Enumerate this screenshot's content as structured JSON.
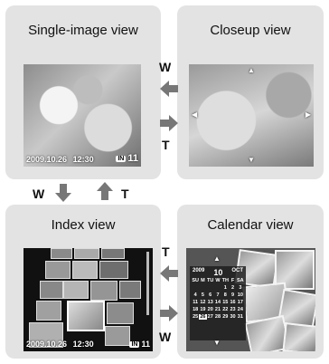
{
  "panels": {
    "single": {
      "title": "Single-image view",
      "date": "2009.10.26",
      "time": "12:30",
      "badge": "IN",
      "frame": "11"
    },
    "closeup": {
      "title": "Closeup view"
    },
    "index": {
      "title": "Index view",
      "date": "2009.10.26",
      "time": "12:30",
      "badge": "IN",
      "frame": "11"
    },
    "calendar": {
      "title": "Calendar view",
      "year": "2009",
      "month": "10",
      "month_name": "OCT",
      "weekdays": [
        "SU",
        "M",
        "TU",
        "W",
        "TH",
        "F",
        "SA"
      ],
      "days": [
        "",
        "",
        "",
        "",
        "1",
        "2",
        "3",
        "4",
        "5",
        "6",
        "7",
        "8",
        "9",
        "10",
        "11",
        "12",
        "13",
        "14",
        "15",
        "16",
        "17",
        "18",
        "19",
        "20",
        "21",
        "22",
        "23",
        "24",
        "25",
        "26",
        "27",
        "28",
        "29",
        "30",
        "31"
      ],
      "selected_day": "26"
    }
  },
  "transitions": {
    "single_to_closeup": "T",
    "closeup_to_single": "W",
    "single_to_index": "W",
    "index_to_single": "T",
    "index_to_calendar": "W",
    "calendar_to_index": "T"
  },
  "colors": {
    "arrow": "#777777",
    "panel": "#e3e3e3"
  }
}
